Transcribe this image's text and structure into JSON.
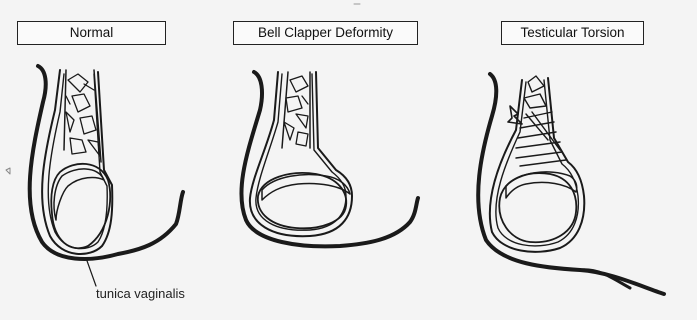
{
  "panels": [
    {
      "label": "Normal"
    },
    {
      "label": "Bell Clapper Deformity"
    },
    {
      "label": "Testicular Torsion"
    }
  ],
  "annotation": {
    "text": "tunica vaginalis"
  }
}
